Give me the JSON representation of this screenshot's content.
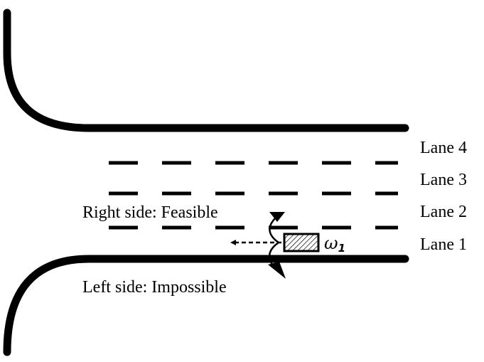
{
  "lanes": {
    "lane4": "Lane 4",
    "lane3": "Lane 3",
    "lane2": "Lane 2",
    "lane1": "Lane 1"
  },
  "annotations": {
    "right_side": "Right side: Feasible",
    "left_side": "Left side: Impossible"
  },
  "vehicle": {
    "symbol": "ω",
    "subscript": "1"
  }
}
